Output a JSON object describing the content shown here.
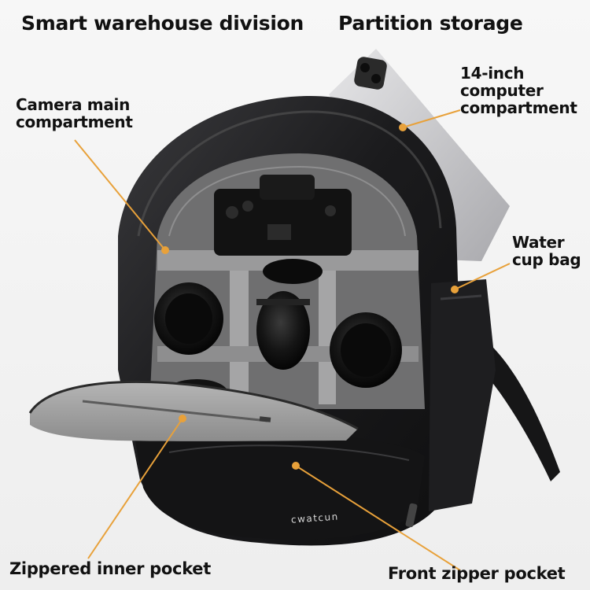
{
  "headings": {
    "left": "Smart warehouse division",
    "right": "Partition storage"
  },
  "callouts": {
    "camera_main": [
      "Camera main",
      "compartment"
    ],
    "computer": [
      "14-inch",
      "computer",
      "compartment"
    ],
    "water_cup": [
      "Water",
      "cup bag"
    ],
    "inner_pocket": "Zippered inner pocket",
    "front_pocket": "Front zipper pocket"
  },
  "brand_text": "cwatcun",
  "colors": {
    "callout_line": "#e8a13a",
    "bag_body": "#1c1c1e",
    "bag_interior": "#8a8a8a"
  }
}
